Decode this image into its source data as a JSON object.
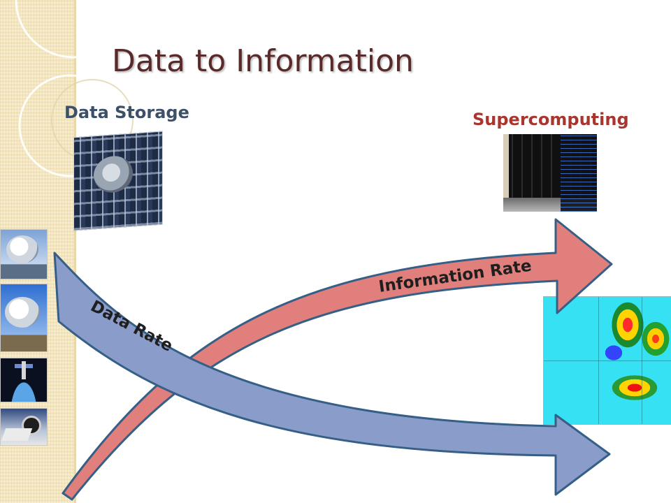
{
  "slide": {
    "title": "Data to Information",
    "storage_label": "Data Storage",
    "supercomputing_label": "Supercomputing",
    "information_rate_label": "Information Rate",
    "data_rate_label": "Data Rate"
  },
  "colors": {
    "title": "#5a2a2a",
    "storage_label": "#3e5068",
    "supercomputing_label": "#a8352e",
    "information_arrow_fill": "#e07f7b",
    "data_arrow_fill": "#8a9cc9",
    "arrow_stroke": "#355f86",
    "left_band": "#f3e6bf"
  },
  "images": {
    "storage": "server-rack-image",
    "supercomputer": "supercomputer-image",
    "radar_map": "radar-map-image",
    "thumbnails": [
      "radio-dish-image",
      "radar-dish-image",
      "satellite-image",
      "telescope-image"
    ]
  }
}
